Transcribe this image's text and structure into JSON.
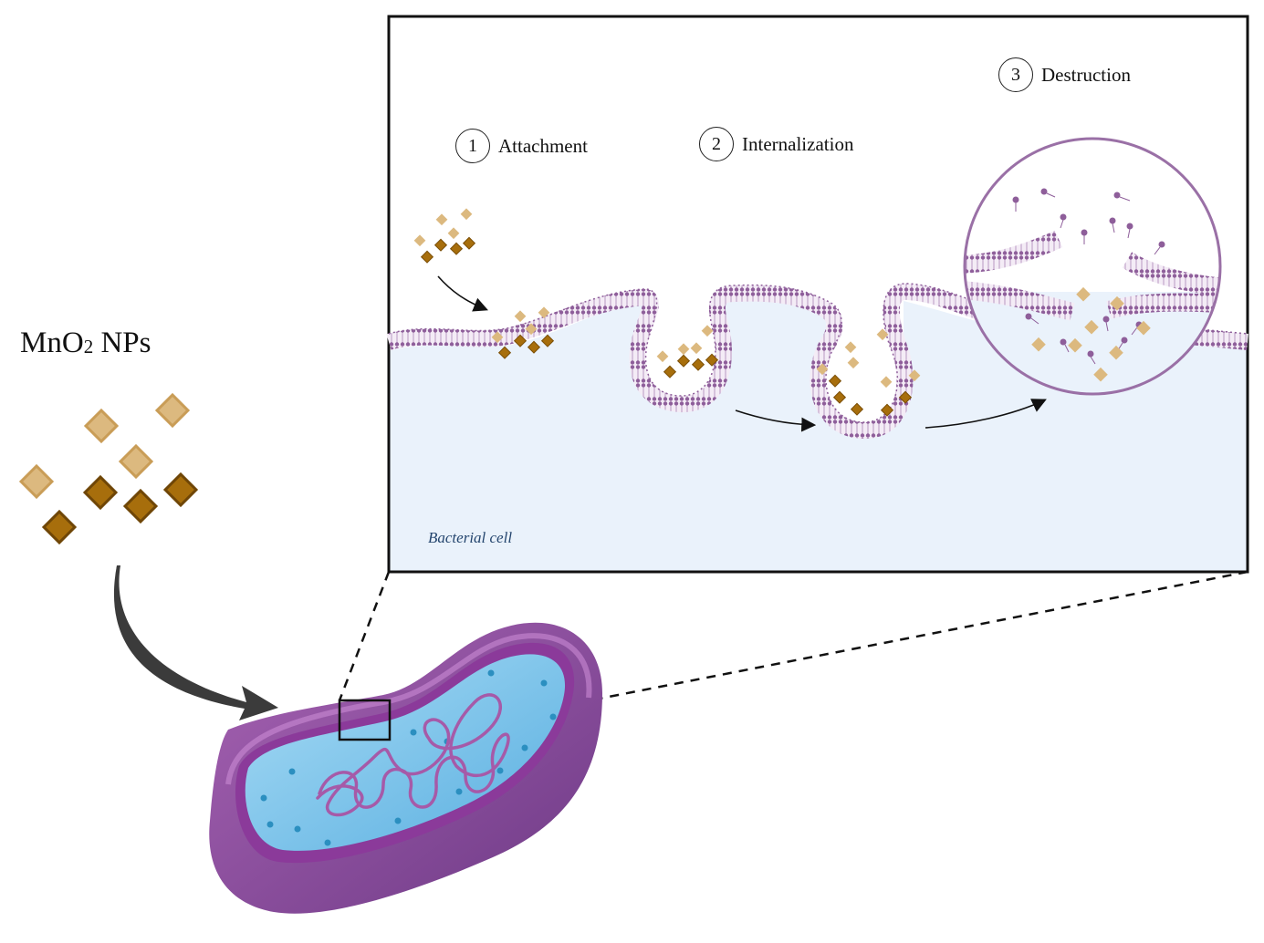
{
  "nanoparticles": {
    "label_main": "MnO",
    "label_sub": "2",
    "label_rest": " NPs"
  },
  "steps": [
    {
      "number": "1",
      "label": "Attachment"
    },
    {
      "number": "2",
      "label": "Internalization"
    },
    {
      "number": "3",
      "label": "Destruction"
    }
  ],
  "inset": {
    "cell_label": "Bacterial cell"
  },
  "colors": {
    "np_light": "#dcb97f",
    "np_dark": "#a76e0c",
    "membrane": "#8e5e9a",
    "cytoplasm": "#eaf2fb",
    "bacterium_outer": "#8b4a99",
    "bacterium_inner": "#7fc6ec"
  }
}
